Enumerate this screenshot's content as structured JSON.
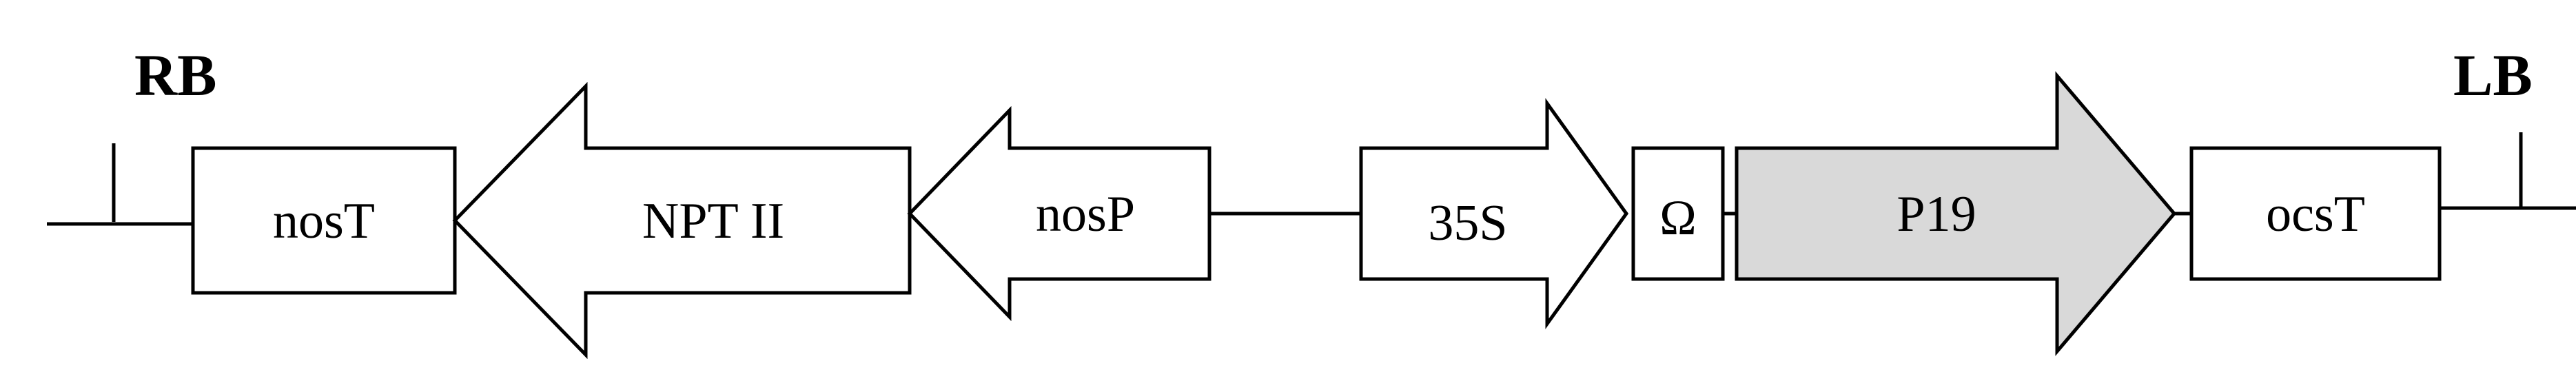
{
  "diagram": {
    "border_labels": {
      "right_border": "RB",
      "left_border": "LB"
    },
    "elements": [
      {
        "id": "nosT_left",
        "label": "nosT",
        "shape": "box"
      },
      {
        "id": "npt2",
        "label": "NPT II",
        "shape": "arrow-left"
      },
      {
        "id": "nosP",
        "label": "nosP",
        "shape": "arrow-left"
      },
      {
        "id": "p35s",
        "label": "35S",
        "shape": "arrow-right"
      },
      {
        "id": "omega",
        "label": "Ω",
        "shape": "box"
      },
      {
        "id": "p19",
        "label": "P19",
        "shape": "arrow-right",
        "fill": "#d9d9d9"
      },
      {
        "id": "ocsT",
        "label": "ocsT",
        "shape": "box"
      }
    ],
    "colors": {
      "stroke": "#000000",
      "default_fill": "#ffffff",
      "highlight_fill": "#d9d9d9"
    }
  }
}
